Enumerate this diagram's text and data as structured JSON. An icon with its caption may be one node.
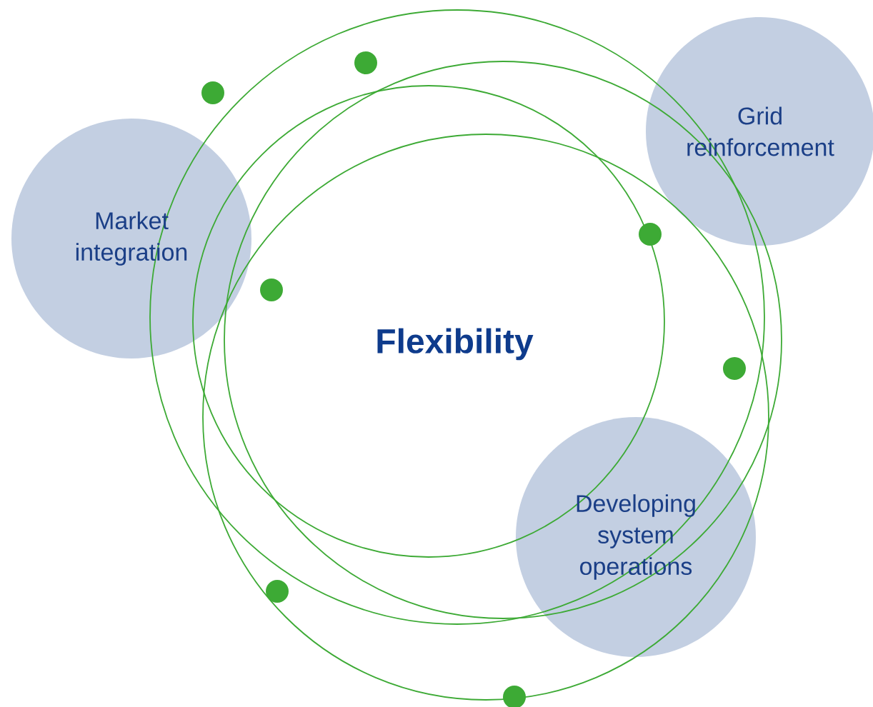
{
  "diagram": {
    "title": "Flexibility",
    "nodes": [
      {
        "text": [
          "Market integration"
        ]
      },
      {
        "text": [
          "Grid reinforcement"
        ]
      },
      {
        "text": [
          "Developing system operations"
        ]
      }
    ]
  }
}
